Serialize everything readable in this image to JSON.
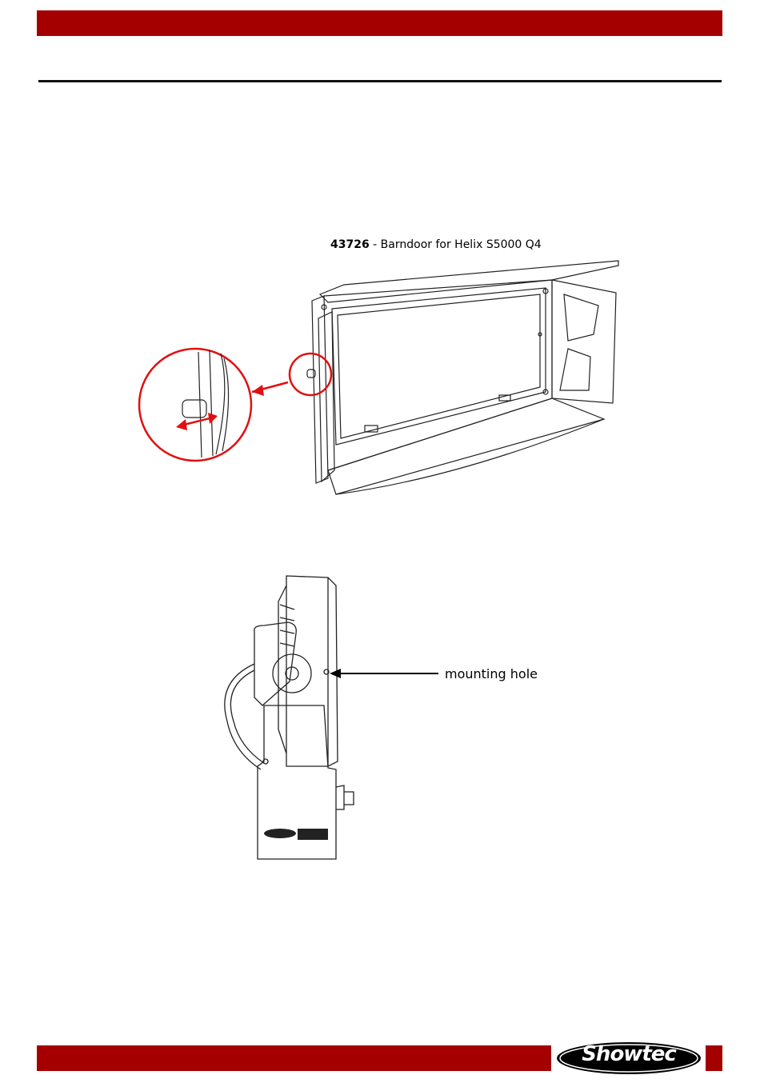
{
  "figure1": {
    "caption_code": "43726",
    "caption_text": " - Barndoor for Helix S5000 Q4"
  },
  "figure2": {
    "callout_label": "mounting hole"
  },
  "colors": {
    "accent_red": "#a50000",
    "callout_red": "#e01010"
  },
  "footer": {
    "logo_text": "Showtec"
  }
}
